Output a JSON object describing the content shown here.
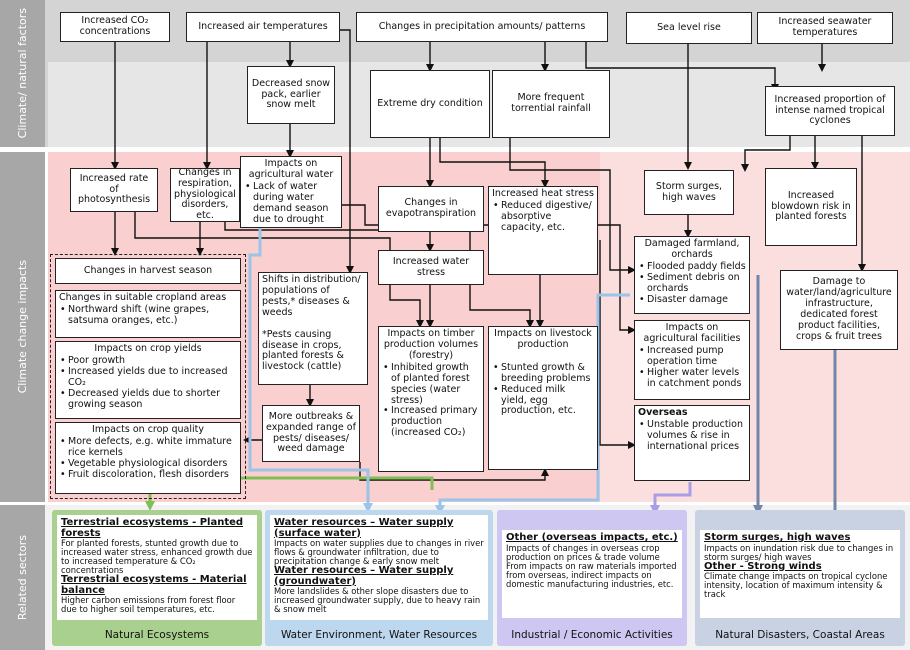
{
  "bands": {
    "climate_factors": "Climate/ natural factors",
    "impacts": "Climate change impacts",
    "sectors": "Related sectors"
  },
  "top_factors": {
    "co2": "Increased CO₂ concentrations",
    "air_temp": "Increased air temperatures",
    "precip": "Changes in precipitation amounts/ patterns",
    "sea_level": "Sea level rise",
    "seawater_temp": "Increased seawater temperatures"
  },
  "second_factors": {
    "snow": "Decreased snow pack, earlier snow melt",
    "dry": "Extreme dry condition",
    "rain": "More frequent torrential rainfall",
    "cyclones": "Increased proportion of intense named tropical cyclones"
  },
  "impacts": {
    "photosynthesis": "Increased rate of photosynthesis",
    "respiration": "Changes in respiration, physiological disorders, etc.",
    "ag_water_title": "Impacts on agricultural water",
    "ag_water_items": [
      "Lack of water during water demand season due to drought"
    ],
    "evapo": "Changes in evapotranspiration",
    "heat_title": "Increased heat stress",
    "heat_items": [
      "Reduced digestive/ absorptive capacity, etc."
    ],
    "water_stress": "Increased water stress",
    "storm": "Storm surges, high waves",
    "blowdown": "Increased blowdown risk in planted forests",
    "harvest": "Changes in harvest season",
    "cropland_title": "Changes in suitable cropland areas",
    "cropland_items": [
      "Northward shift (wine grapes, satsuma oranges, etc.)"
    ],
    "yields_title": "Impacts on crop yields",
    "yields_items": [
      "Poor growth",
      "Increased yields due to increased CO₂",
      "Decreased yields due to shorter growing season"
    ],
    "quality_title": "Impacts on crop quality",
    "quality_items": [
      "More defects, e.g. white immature rice kernels",
      "Vegetable physiological disorders",
      "Fruit discoloration, flesh disorders"
    ],
    "pests": "Shifts in distribution/ populations of pests,* diseases & weeds",
    "pests_note": "*Pests causing disease in crops, planted forests & livestock (cattle)",
    "outbreaks": "More outbreaks & expanded range of pests/ diseases/ weed damage",
    "timber_title": "Impacts on timber production volumes (forestry)",
    "timber_items": [
      "Inhibited growth of planted forest species (water stress)",
      "Increased primary production (increased CO₂)"
    ],
    "livestock_title": "Impacts on livestock production",
    "livestock_items": [
      "Stunted growth & breeding problems",
      "Reduced milk yield, egg production, etc."
    ],
    "farmland_title": "Damaged farmland, orchards",
    "farmland_items": [
      "Flooded paddy fields",
      "Sediment debris on orchards",
      "Disaster damage"
    ],
    "facilities_title": "Impacts on agricultural facilities",
    "facilities_items": [
      "Increased pump operation time",
      "Higher water levels in catchment ponds"
    ],
    "overseas_title": "Overseas",
    "overseas_items": [
      "Unstable production volumes & rise in international prices"
    ],
    "infra": "Damage to water/land/agriculture infrastructure, dedicated forest product facilities, crops & fruit trees"
  },
  "sectors": [
    {
      "name": "Natural Ecosystems",
      "color": "#a9d08e",
      "h1": "Terrestrial ecosystems - Planted forests",
      "t1": "For planted forests, stunted growth due to increased water stress, enhanced growth due to increased temperature & CO₂ concentrations",
      "h2": "Terrestrial ecosystems - Material balance",
      "t2": "Higher carbon emissions from forest floor due to higher soil temperatures, etc."
    },
    {
      "name": "Water Environment, Water Resources",
      "color": "#bdd7ee",
      "h1": "Water resources – Water supply (surface water)",
      "t1": "Impacts on water supplies due to changes in river flows & groundwater infiltration, due to precipitation change & early snow melt",
      "h2": "Water resources – Water supply (groundwater)",
      "t2": "More landslides & other slope disasters due to increased groundwater supply, due to heavy rain & snow melt"
    },
    {
      "name": "Industrial / Economic Activities",
      "color": "#cdc7f2",
      "h1": "Other (overseas impacts, etc.)",
      "t1": "Impacts of changes in overseas crop production on prices & trade volume From impacts on raw materials imported from overseas, indirect impacts on domestic manufacturing industries, etc.",
      "h2": "",
      "t2": ""
    },
    {
      "name": "Natural Disasters, Coastal Areas",
      "color": "#c9d2e3",
      "h1": "Storm surges, high waves",
      "t1": "Impacts on inundation risk due to changes in storm surges/ high waves",
      "h2": "Other - Strong winds",
      "t2": "Climate change impacts on tropical cyclone intensity, location of maximum intensity & track"
    }
  ],
  "colors": {
    "factor_band": "#d9d9d9",
    "impact_band": "#f8c9c9",
    "label_band": "#a7a7a7"
  }
}
